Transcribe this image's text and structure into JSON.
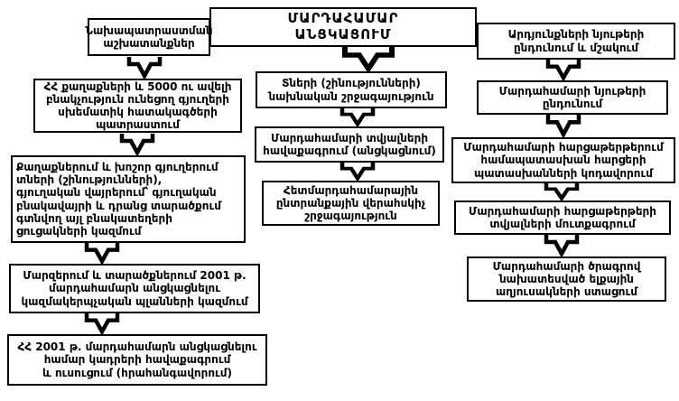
{
  "colors": {
    "box_border": "#000000",
    "box_fill": "#ffffff",
    "text": "#000000"
  },
  "nodes": {
    "title": "ՄԱՐԴԱՀԱՄԱՐ\nԱՆՑԿԱՑՈՒՄ",
    "left1": "Նախապատրաստման\nաշխատանքներ",
    "left2": "ՀՀ քաղաքների և 5000 ու ավելի\nբնակչություն ունեցող գյուղերի\nսխեմատիկ հատակագծերի\nպատրաստում",
    "left3": "Քաղաքներում և խոշոր գյուղերում\nտների (շինությունների),\nգյուղական վայրերում՝ գյուղական\nբնակավայրի և դրանց տարածքում\nգտնվող այլ բնակատեղերի\nցուցակների կազմում",
    "left4": "Մարզերում և տարածքներում 2001 թ.\nմարդահամարն անցկացնելու\nկազմակերպչական պլանների կազմում",
    "left5": "ՀՀ 2001 թ. մարդահամարն անցկացնելու\nհամար կադրերի հավաքագրում\nև ուսուցում (հրահանգավորում)",
    "mid1": "Տների (շինությունների)\nնախնական շրջագայություն",
    "mid2": "Մարդահամարի տվյալների\nհավաքագրում (անցկացնում)",
    "mid3": "Հետմարդահամարային\nընտրանքային վերահսկիչ\nշրջագայություն",
    "right1": "Արդյունքների նյութերի\nընդունում և մշակում",
    "right2": "Մարդահամարի նյութերի\nընդունում",
    "right3": "Մարդահամարի հարցաթերթերում\nհամապատասխան հարցերի\nպատասխանների կոդավորում",
    "right4": "Մարդահամարի հարցաթերթերի\nտվյալների մուտքագրում",
    "right5": "Մարդահամարի ծրագրով\nնախատեսված ելքային\nաղյուսակների ստացում"
  }
}
